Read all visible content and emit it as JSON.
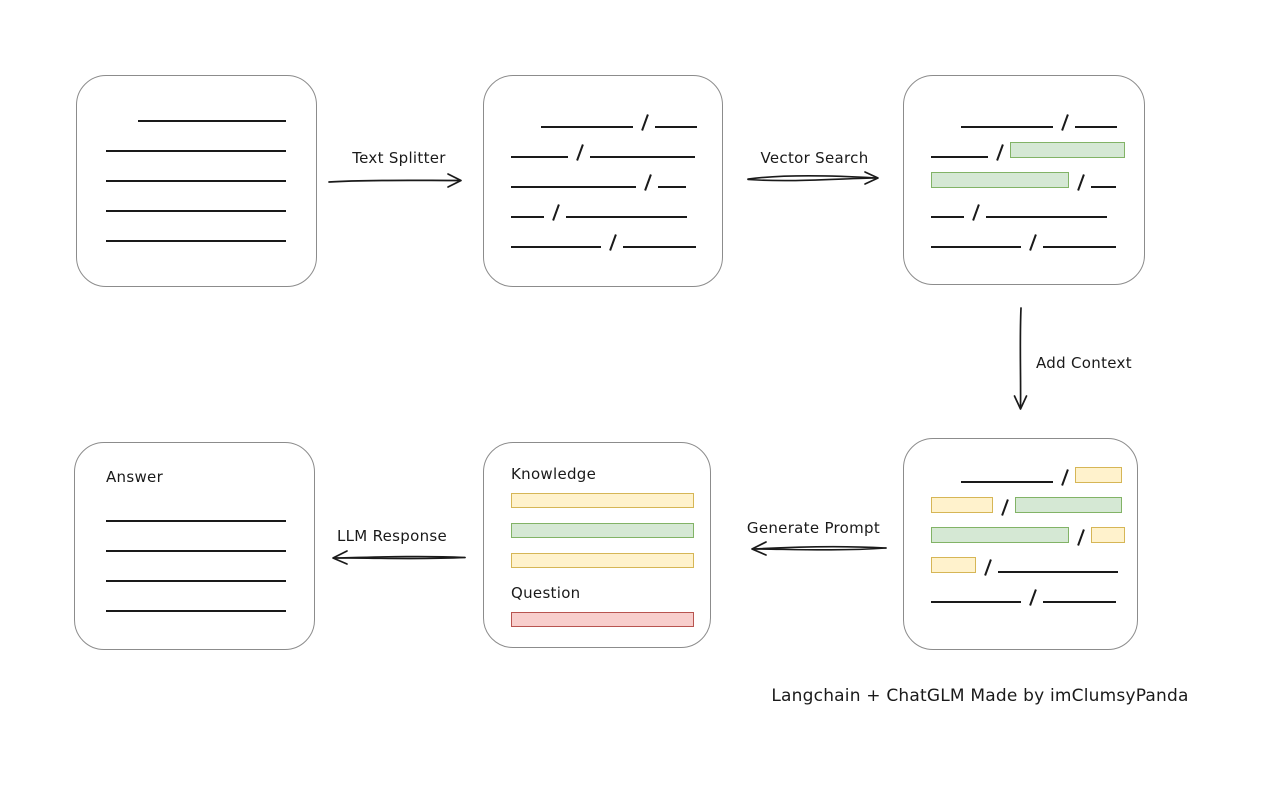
{
  "caption": "Langchain + ChatGLM Made by imClumsyPanda",
  "colors": {
    "green_fill": "#d5e8d4",
    "green_border": "#82b366",
    "yellow_fill": "#fff2cc",
    "yellow_border": "#d6b656",
    "red_fill": "#f8cecc",
    "red_border": "#b85450",
    "box_border": "#8c8c8c",
    "stroke": "#1a1a1a"
  },
  "arrows": {
    "text_splitter": {
      "label": "Text Splitter",
      "direction": "right"
    },
    "vector_search": {
      "label": "Vector Search",
      "direction": "right"
    },
    "add_context": {
      "label": "Add Context",
      "direction": "down"
    },
    "generate_prompt": {
      "label": "Generate Prompt",
      "direction": "left"
    },
    "llm_response": {
      "label": "LLM Response",
      "direction": "left"
    }
  },
  "nodes": {
    "document": {
      "rows": [
        [
          {
            "t": "indent",
            "w": 32
          },
          {
            "t": "line",
            "w": 148
          }
        ],
        [
          {
            "t": "line",
            "w": 180
          }
        ],
        [
          {
            "t": "line",
            "w": 180
          }
        ],
        [
          {
            "t": "line",
            "w": 180
          }
        ],
        [
          {
            "t": "line",
            "w": 180
          }
        ]
      ]
    },
    "chunks": {
      "rows": [
        [
          {
            "t": "indent",
            "w": 30
          },
          {
            "t": "line",
            "w": 92
          },
          {
            "t": "slash"
          },
          {
            "t": "line",
            "w": 42
          }
        ],
        [
          {
            "t": "line",
            "w": 57
          },
          {
            "t": "slash"
          },
          {
            "t": "line",
            "w": 105
          }
        ],
        [
          {
            "t": "line",
            "w": 125
          },
          {
            "t": "slash"
          },
          {
            "t": "line",
            "w": 28
          }
        ],
        [
          {
            "t": "line",
            "w": 33
          },
          {
            "t": "slash"
          },
          {
            "t": "line",
            "w": 121
          }
        ],
        [
          {
            "t": "line",
            "w": 90
          },
          {
            "t": "slash"
          },
          {
            "t": "line",
            "w": 73
          }
        ]
      ]
    },
    "matched_chunks": {
      "rows": [
        [
          {
            "t": "indent",
            "w": 30
          },
          {
            "t": "line",
            "w": 92
          },
          {
            "t": "slash"
          },
          {
            "t": "line",
            "w": 42
          }
        ],
        [
          {
            "t": "line",
            "w": 57
          },
          {
            "t": "slash"
          },
          {
            "t": "chunk",
            "color": "green",
            "w": 115
          }
        ],
        [
          {
            "t": "chunk",
            "color": "green",
            "w": 138
          },
          {
            "t": "slash"
          },
          {
            "t": "line",
            "w": 25
          }
        ],
        [
          {
            "t": "line",
            "w": 33
          },
          {
            "t": "slash"
          },
          {
            "t": "line",
            "w": 121
          }
        ],
        [
          {
            "t": "line",
            "w": 90
          },
          {
            "t": "slash"
          },
          {
            "t": "line",
            "w": 73
          }
        ]
      ]
    },
    "context_chunks": {
      "rows": [
        [
          {
            "t": "indent",
            "w": 30
          },
          {
            "t": "line",
            "w": 92
          },
          {
            "t": "slash"
          },
          {
            "t": "chunk",
            "color": "yellow",
            "w": 47
          }
        ],
        [
          {
            "t": "chunk",
            "color": "yellow",
            "w": 62
          },
          {
            "t": "slash"
          },
          {
            "t": "chunk",
            "color": "green",
            "w": 107
          }
        ],
        [
          {
            "t": "chunk",
            "color": "green",
            "w": 138
          },
          {
            "t": "slash"
          },
          {
            "t": "chunk",
            "color": "yellow",
            "w": 34
          }
        ],
        [
          {
            "t": "chunk",
            "color": "yellow",
            "w": 45
          },
          {
            "t": "slash"
          },
          {
            "t": "line",
            "w": 120
          }
        ],
        [
          {
            "t": "line",
            "w": 90
          },
          {
            "t": "slash"
          },
          {
            "t": "line",
            "w": 73
          }
        ]
      ]
    },
    "prompt": {
      "knowledge_label": "Knowledge",
      "question_label": "Question",
      "knowledge_bars": [
        {
          "color": "yellow"
        },
        {
          "color": "green"
        },
        {
          "color": "yellow"
        }
      ],
      "question_bars": [
        {
          "color": "red"
        }
      ]
    },
    "answer": {
      "label": "Answer",
      "rows": [
        [
          {
            "t": "line",
            "w": 180
          }
        ],
        [
          {
            "t": "line",
            "w": 180
          }
        ],
        [
          {
            "t": "line",
            "w": 180
          }
        ],
        [
          {
            "t": "line",
            "w": 180
          }
        ]
      ]
    }
  }
}
